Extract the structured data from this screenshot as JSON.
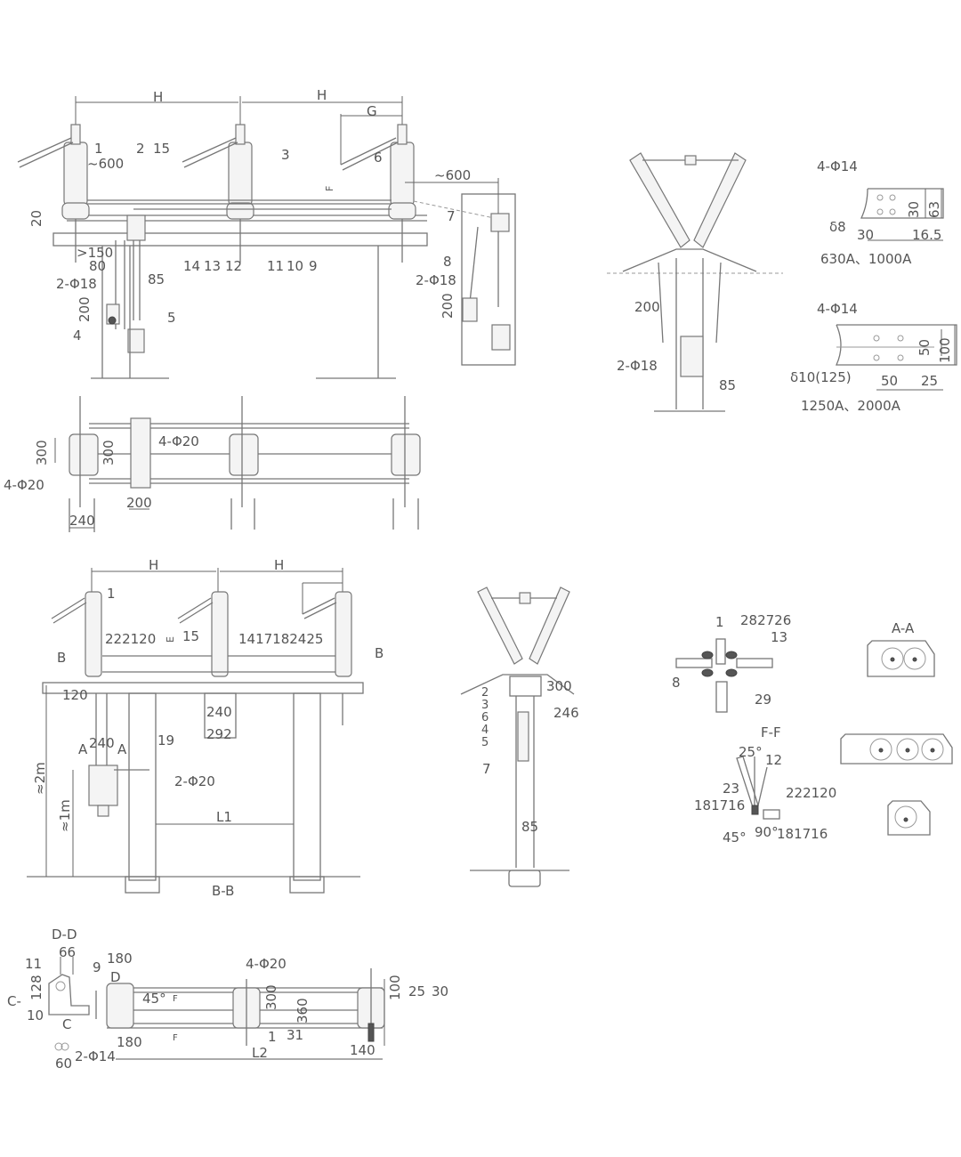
{
  "drawing": {
    "views": {
      "front_view_top": {
        "labels": [
          "H",
          "H",
          "G",
          "1",
          "2",
          "15",
          "~600",
          "3",
          "6",
          "F",
          "~600",
          "7",
          "8",
          "20",
          ">150",
          "80",
          "85",
          "14",
          "13",
          "12",
          "11",
          "10",
          "9",
          "2-Φ18",
          "200",
          "4",
          "5",
          "2-Φ18",
          "200"
        ]
      },
      "side_view_top": {
        "labels": [
          "200",
          "2-Φ18",
          "85"
        ]
      },
      "terminal_630_1000": {
        "hole_label": "4-Φ14",
        "thickness": "δ8",
        "dims": [
          "30",
          "63",
          "30",
          "16.5"
        ],
        "caption": "630A、1000A"
      },
      "terminal_1250_2000": {
        "hole_label": "4-Φ14",
        "thickness": "δ10(125)",
        "dims": [
          "50",
          "100",
          "50",
          "25"
        ],
        "caption": "1250A、2000A"
      },
      "plan_view_top": {
        "labels": [
          "300",
          "300",
          "4-Φ20",
          "4-Φ20",
          "200",
          "240"
        ]
      },
      "front_view_bottom": {
        "labels": [
          "H",
          "H",
          "1",
          "222120",
          "E",
          "15",
          "1417182425",
          "B",
          "B",
          "120",
          "240",
          "292",
          "A",
          "240",
          "A",
          "19",
          "2-Φ20",
          "≈2m",
          "≈1m",
          "L1"
        ],
        "section_caption": "B-B"
      },
      "side_view_bottom": {
        "labels": [
          "2",
          "3",
          "6",
          "4",
          "5",
          "300",
          "246",
          "7",
          "85"
        ]
      },
      "detail_top": {
        "labels": [
          "1",
          "282726",
          "13",
          "8",
          "29"
        ]
      },
      "section_ff": {
        "title": "F-F",
        "labels": [
          "25°",
          "12",
          "23",
          "181716",
          "222120",
          "45°",
          "90°",
          "181716"
        ]
      },
      "section_aa": {
        "title": "A-A"
      },
      "plan_view_bottom": {
        "section_dd": "D-D",
        "labels": [
          "66",
          "11",
          "128",
          "C-",
          "10",
          "C",
          "9",
          "180",
          "D",
          "45°",
          "F",
          "F",
          "180",
          "60",
          "2-Φ14",
          "4-Φ20",
          "300",
          "360",
          "1",
          "31",
          "L2",
          "100",
          "25",
          "30",
          "140"
        ]
      }
    }
  }
}
